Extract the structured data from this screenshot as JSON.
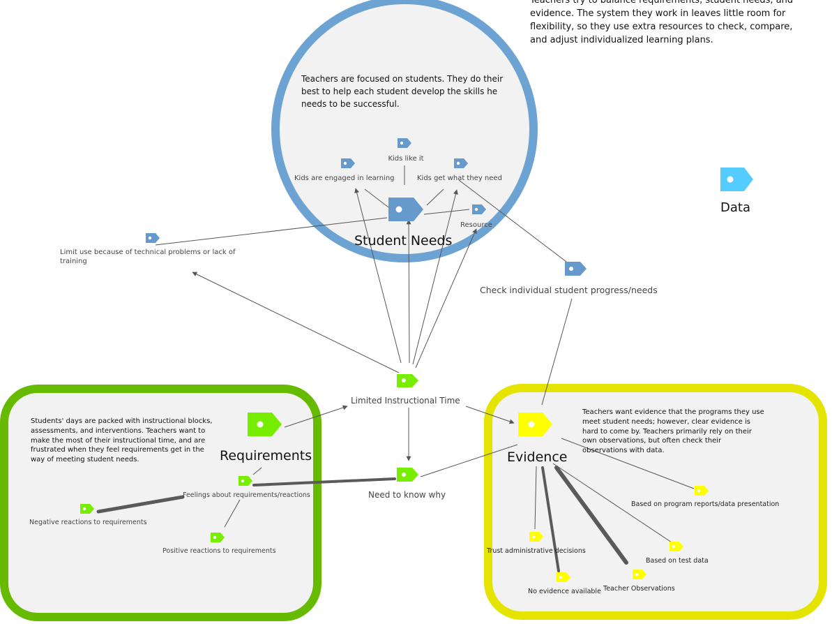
{
  "colors": {
    "blue": "#6da3d3",
    "blue_tag": "#6699cc",
    "green": "#66bb00",
    "green_tag": "#77ee00",
    "yellow": "#e4e400",
    "yellow_tag": "#ffff00",
    "data_tag": "#55ccff",
    "panel": "#f2f2f2"
  },
  "intro_text": "Teachers try to balance requirements, student needs, and\nevidence. The system they work in leaves little room for\nflexibility, so they use extra resources to check, compare,\nand adjust individualized learning plans.",
  "student_needs": {
    "title": "Student Needs",
    "description": "Teachers are focused on students. They do their\nbest to help each student develop the skills he\nneeds to be successful.",
    "kids_like_it": "Kids like it",
    "kids_engaged": "Kids are engaged in learning",
    "kids_get": "Kids get what they need",
    "resource": "Resource"
  },
  "data_legend": "Data",
  "limit_use": "Limit use because of technical problems or lack of\ntraining",
  "check_progress": "Check individual student progress/needs",
  "limited_time": "Limited Instructional Time",
  "need_to_know": "Need to know why",
  "requirements": {
    "title": "Requirements",
    "description": "Students' days are packed with instructional blocks,\nassessments, and interventions. Teachers want to\nmake the most of their instructional time, and are\nfrustrated when they feel requirements get in the\nway of meeting student needs.",
    "feelings": "Feelings about requirements/reactions",
    "negative": "Negative reactions to requirements",
    "positive": "Positive reactions to requirements"
  },
  "evidence": {
    "title": "Evidence",
    "description": "Teachers want evidence that the programs they use\nmeet student needs; however, clear evidence is\nhard to come by. Teachers primarily rely on their\nown observations, but often check their\nobservations with data.",
    "program_reports": "Based on program reports/data presentation",
    "trust_admin": "Trust administrative decisions",
    "test_data": "Based on test data",
    "no_evidence": "No evidence available",
    "teacher_obs": "Teacher Observations"
  }
}
